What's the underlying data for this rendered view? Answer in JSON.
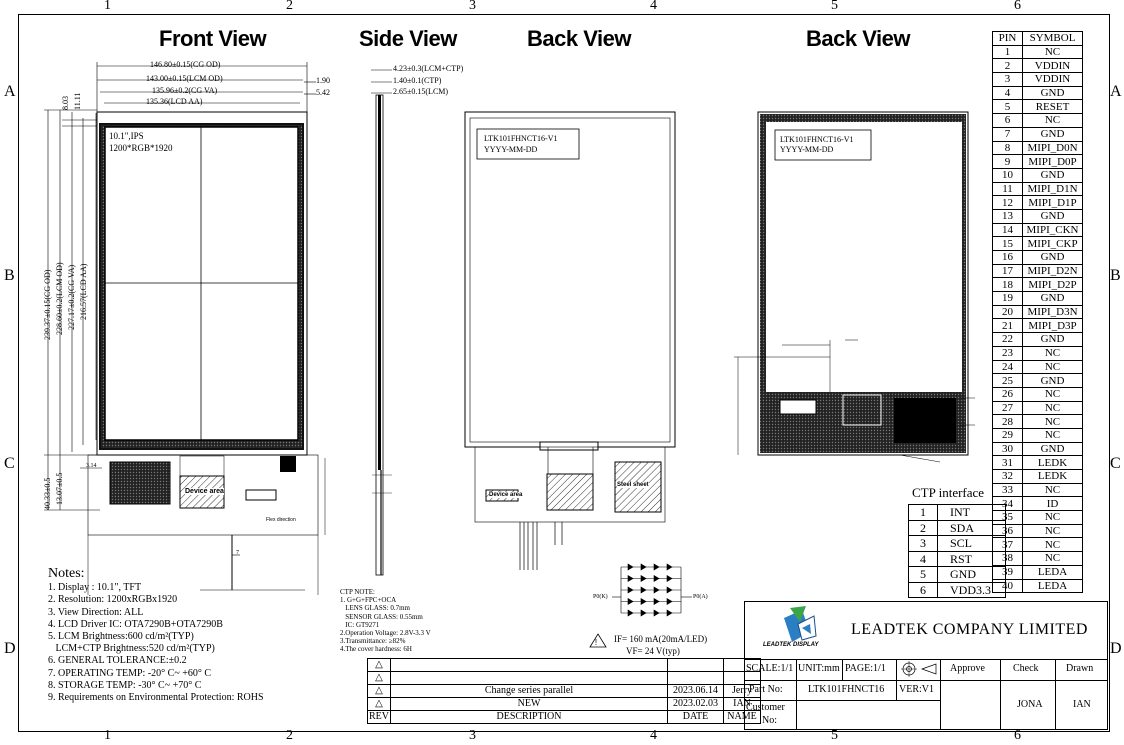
{
  "grid": {
    "columns": [
      "1",
      "2",
      "3",
      "4",
      "5",
      "6"
    ],
    "rows": [
      "A",
      "B",
      "C",
      "D"
    ]
  },
  "views": {
    "front": "Front View",
    "side": "Side View",
    "back1": "Back View",
    "back2": "Back View"
  },
  "front": {
    "dims_top": [
      "146.80±0.15(CG OD)",
      "143.00±0.15(LCM OD)",
      "135.96±0.2(CG VA)",
      "135.36(LCD AA)"
    ],
    "dims_right": [
      "1.90",
      "5.42"
    ],
    "dims_left_small": [
      "8.03",
      "11.11"
    ],
    "dims_left": [
      "239.37±0.15(CG OD)",
      "228.60±0.2(LCM OD)",
      "227.17±0.2(CG VA)",
      "216.57(LCD AA)"
    ],
    "dims_lower": [
      "40.33±0.5",
      "13.07±0.5"
    ],
    "panel_label1": "10.1\",IPS",
    "panel_label2": "1200*RGB*1920",
    "component_label": "Device area",
    "fpc_label": "Flex direction",
    "dim_314": "3.14",
    "dim_7": "7"
  },
  "side": {
    "dims": [
      "4.23±0.3(LCM+CTP)",
      "1.40±0.1(CTP)",
      "2.65±0.15(LCM)"
    ]
  },
  "back1": {
    "model": "LTK101FHNCT16-V1",
    "date": "YYYY-MM-DD",
    "device": "Device area",
    "steel": "Steel sheet"
  },
  "back2": {
    "model": "LTK101FHNCT16-V1",
    "date": "YYYY-MM-DD"
  },
  "pins": {
    "header": [
      "PIN",
      "SYMBOL"
    ],
    "rows": [
      [
        "1",
        "NC"
      ],
      [
        "2",
        "VDDIN"
      ],
      [
        "3",
        "VDDIN"
      ],
      [
        "4",
        "GND"
      ],
      [
        "5",
        "RESET"
      ],
      [
        "6",
        "NC"
      ],
      [
        "7",
        "GND"
      ],
      [
        "8",
        "MIPI_D0N"
      ],
      [
        "9",
        "MIPI_D0P"
      ],
      [
        "10",
        "GND"
      ],
      [
        "11",
        "MIPI_D1N"
      ],
      [
        "12",
        "MIPI_D1P"
      ],
      [
        "13",
        "GND"
      ],
      [
        "14",
        "MIPI_CKN"
      ],
      [
        "15",
        "MIPI_CKP"
      ],
      [
        "16",
        "GND"
      ],
      [
        "17",
        "MIPI_D2N"
      ],
      [
        "18",
        "MIPI_D2P"
      ],
      [
        "19",
        "GND"
      ],
      [
        "20",
        "MIPI_D3N"
      ],
      [
        "21",
        "MIPI_D3P"
      ],
      [
        "22",
        "GND"
      ],
      [
        "23",
        "NC"
      ],
      [
        "24",
        "NC"
      ],
      [
        "25",
        "GND"
      ],
      [
        "26",
        "NC"
      ],
      [
        "27",
        "NC"
      ],
      [
        "28",
        "NC"
      ],
      [
        "29",
        "NC"
      ],
      [
        "30",
        "GND"
      ],
      [
        "31",
        "LEDK"
      ],
      [
        "32",
        "LEDK"
      ],
      [
        "33",
        "NC"
      ],
      [
        "34",
        "ID"
      ],
      [
        "35",
        "NC"
      ],
      [
        "36",
        "NC"
      ],
      [
        "37",
        "NC"
      ],
      [
        "38",
        "NC"
      ],
      [
        "39",
        "LEDA"
      ],
      [
        "40",
        "LEDA"
      ]
    ]
  },
  "ctp": {
    "title": "CTP interface",
    "rows": [
      [
        "1",
        "INT"
      ],
      [
        "2",
        "SDA"
      ],
      [
        "3",
        "SCL"
      ],
      [
        "4",
        "RST"
      ],
      [
        "5",
        "GND"
      ],
      [
        "6",
        "VDD3.3"
      ]
    ]
  },
  "notes": {
    "title": "Notes:",
    "items": [
      "1. Display : 10.1\", TFT",
      "2. Resolution: 1200xRGBx1920",
      "3. View Direction: ALL",
      "4. LCD Driver IC: OTA7290B+OTA7290B",
      "5. LCM Brightness:600 cd/m²(TYP)",
      "   LCM+CTP Brightness:520 cd/m²(TYP)",
      "6. GENERAL TOLERANCE:±0.2",
      "7. OPERATING TEMP: -20° C~ +60° C",
      "8. STORAGE TEMP: -30° C~ +70° C",
      "9. Requirements on Environmental Protection: ROHS"
    ]
  },
  "ctp_notes": {
    "items": [
      "CTP NOTE:",
      "1. G+G+FPC+OCA",
      "   LENS GLASS: 0.7mm",
      "   SENSOR GLASS: 0.55mm",
      "   IC: GT9271",
      "2.Operation Voltage: 2.8V-3.3 V",
      "3.Transmittance: ≥82%",
      "4.The cover hardness: 6H"
    ]
  },
  "led": {
    "current": "IF= 160 mA(20mA/LED)",
    "voltage": "VF= 24 V(typ)",
    "pin_left": "P0(K)",
    "pin_right": "P0(A)"
  },
  "revision": {
    "rows": [
      [
        "",
        "Change series parallel",
        "2023.06.14",
        "Jerry"
      ],
      [
        "",
        "NEW",
        "2023.02.03",
        "IAN"
      ],
      [
        "",
        "",
        "",
        ""
      ],
      [
        "",
        "",
        "",
        ""
      ]
    ],
    "header": [
      "REV",
      "DESCRIPTION",
      "DATE",
      "NAME"
    ]
  },
  "title_block": {
    "company": "LEADTEK COMPANY LIMITED",
    "logo_text": "LEADTEK DISPLAY",
    "scale": "SCALE:1/1",
    "unit": "UNIT:mm",
    "page": "PAGE:1/1",
    "approve": "Approve",
    "check": "Check",
    "drawn": "Drawn",
    "part_label": "Part No:",
    "part_no": "LTK101FHNCT16",
    "ver": "VER:V1",
    "customer": "Customer",
    "no": "No:",
    "checker": "JONA",
    "drawer": "IAN"
  }
}
